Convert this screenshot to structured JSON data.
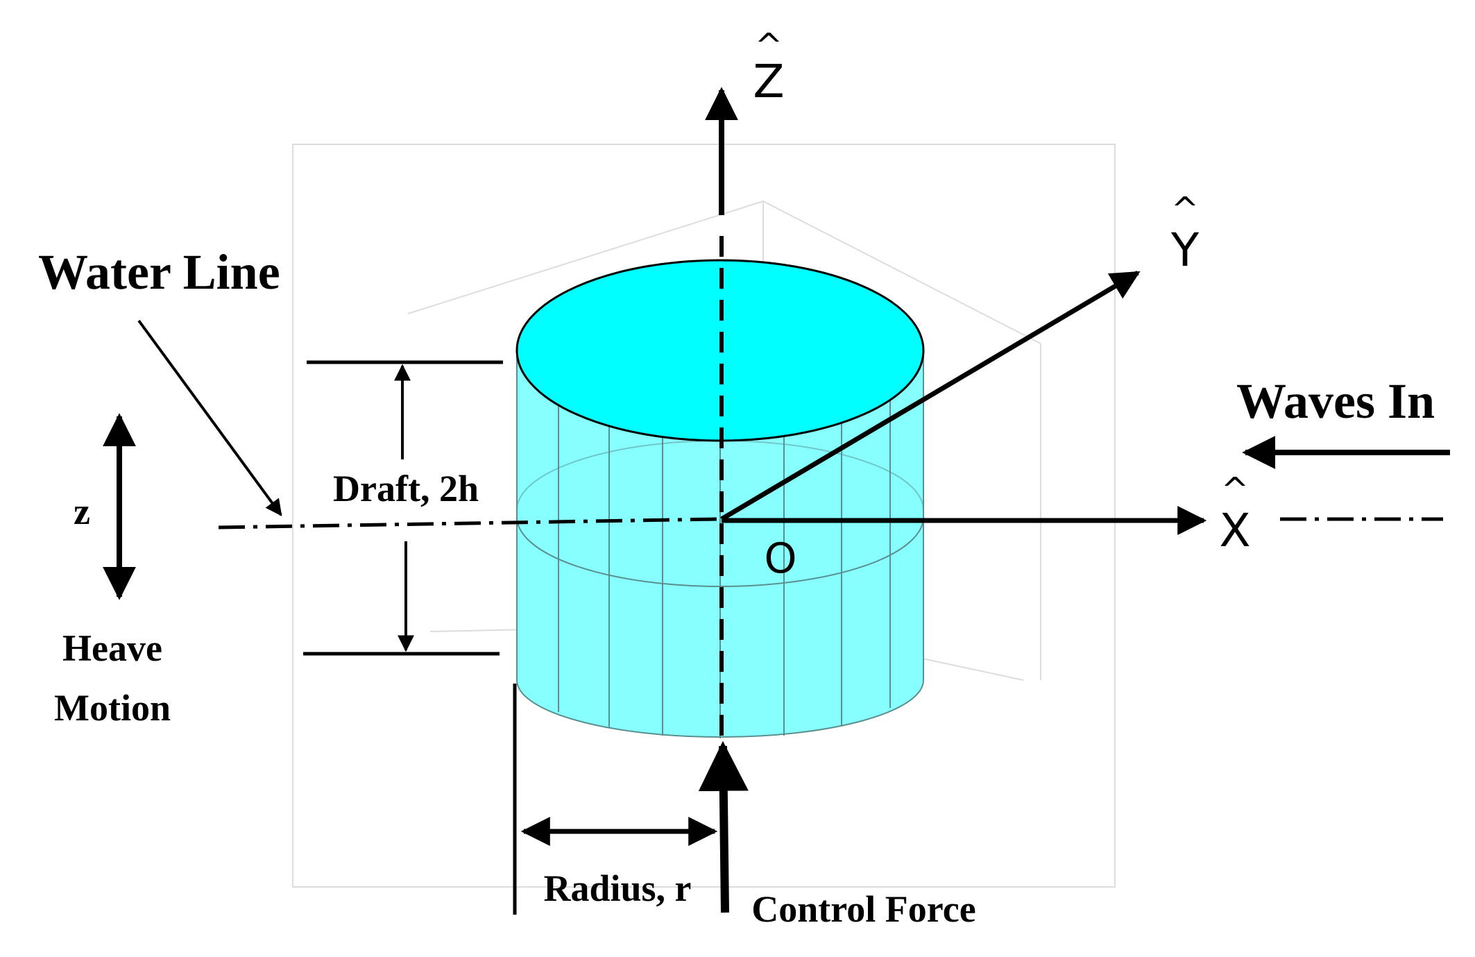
{
  "labels": {
    "water_line": "Water Line",
    "waves_in": "Waves In",
    "draft": "Draft, 2h",
    "z": "z",
    "heave": "Heave",
    "motion": "Motion",
    "radius": "Radius, r",
    "control_force": "Control Force",
    "origin": "O"
  },
  "axes": {
    "z_hat": {
      "caret": "^",
      "letter": "Z"
    },
    "y_hat": {
      "caret": "^",
      "letter": "Y"
    },
    "x_hat": {
      "caret": "^",
      "letter": "X"
    }
  },
  "colors": {
    "cylinder_top": "#00ffff",
    "cylinder_side": "#88ffff",
    "cylinder_edge": "#5a8f8f",
    "ink": "#000000",
    "box": "#dddddd"
  }
}
